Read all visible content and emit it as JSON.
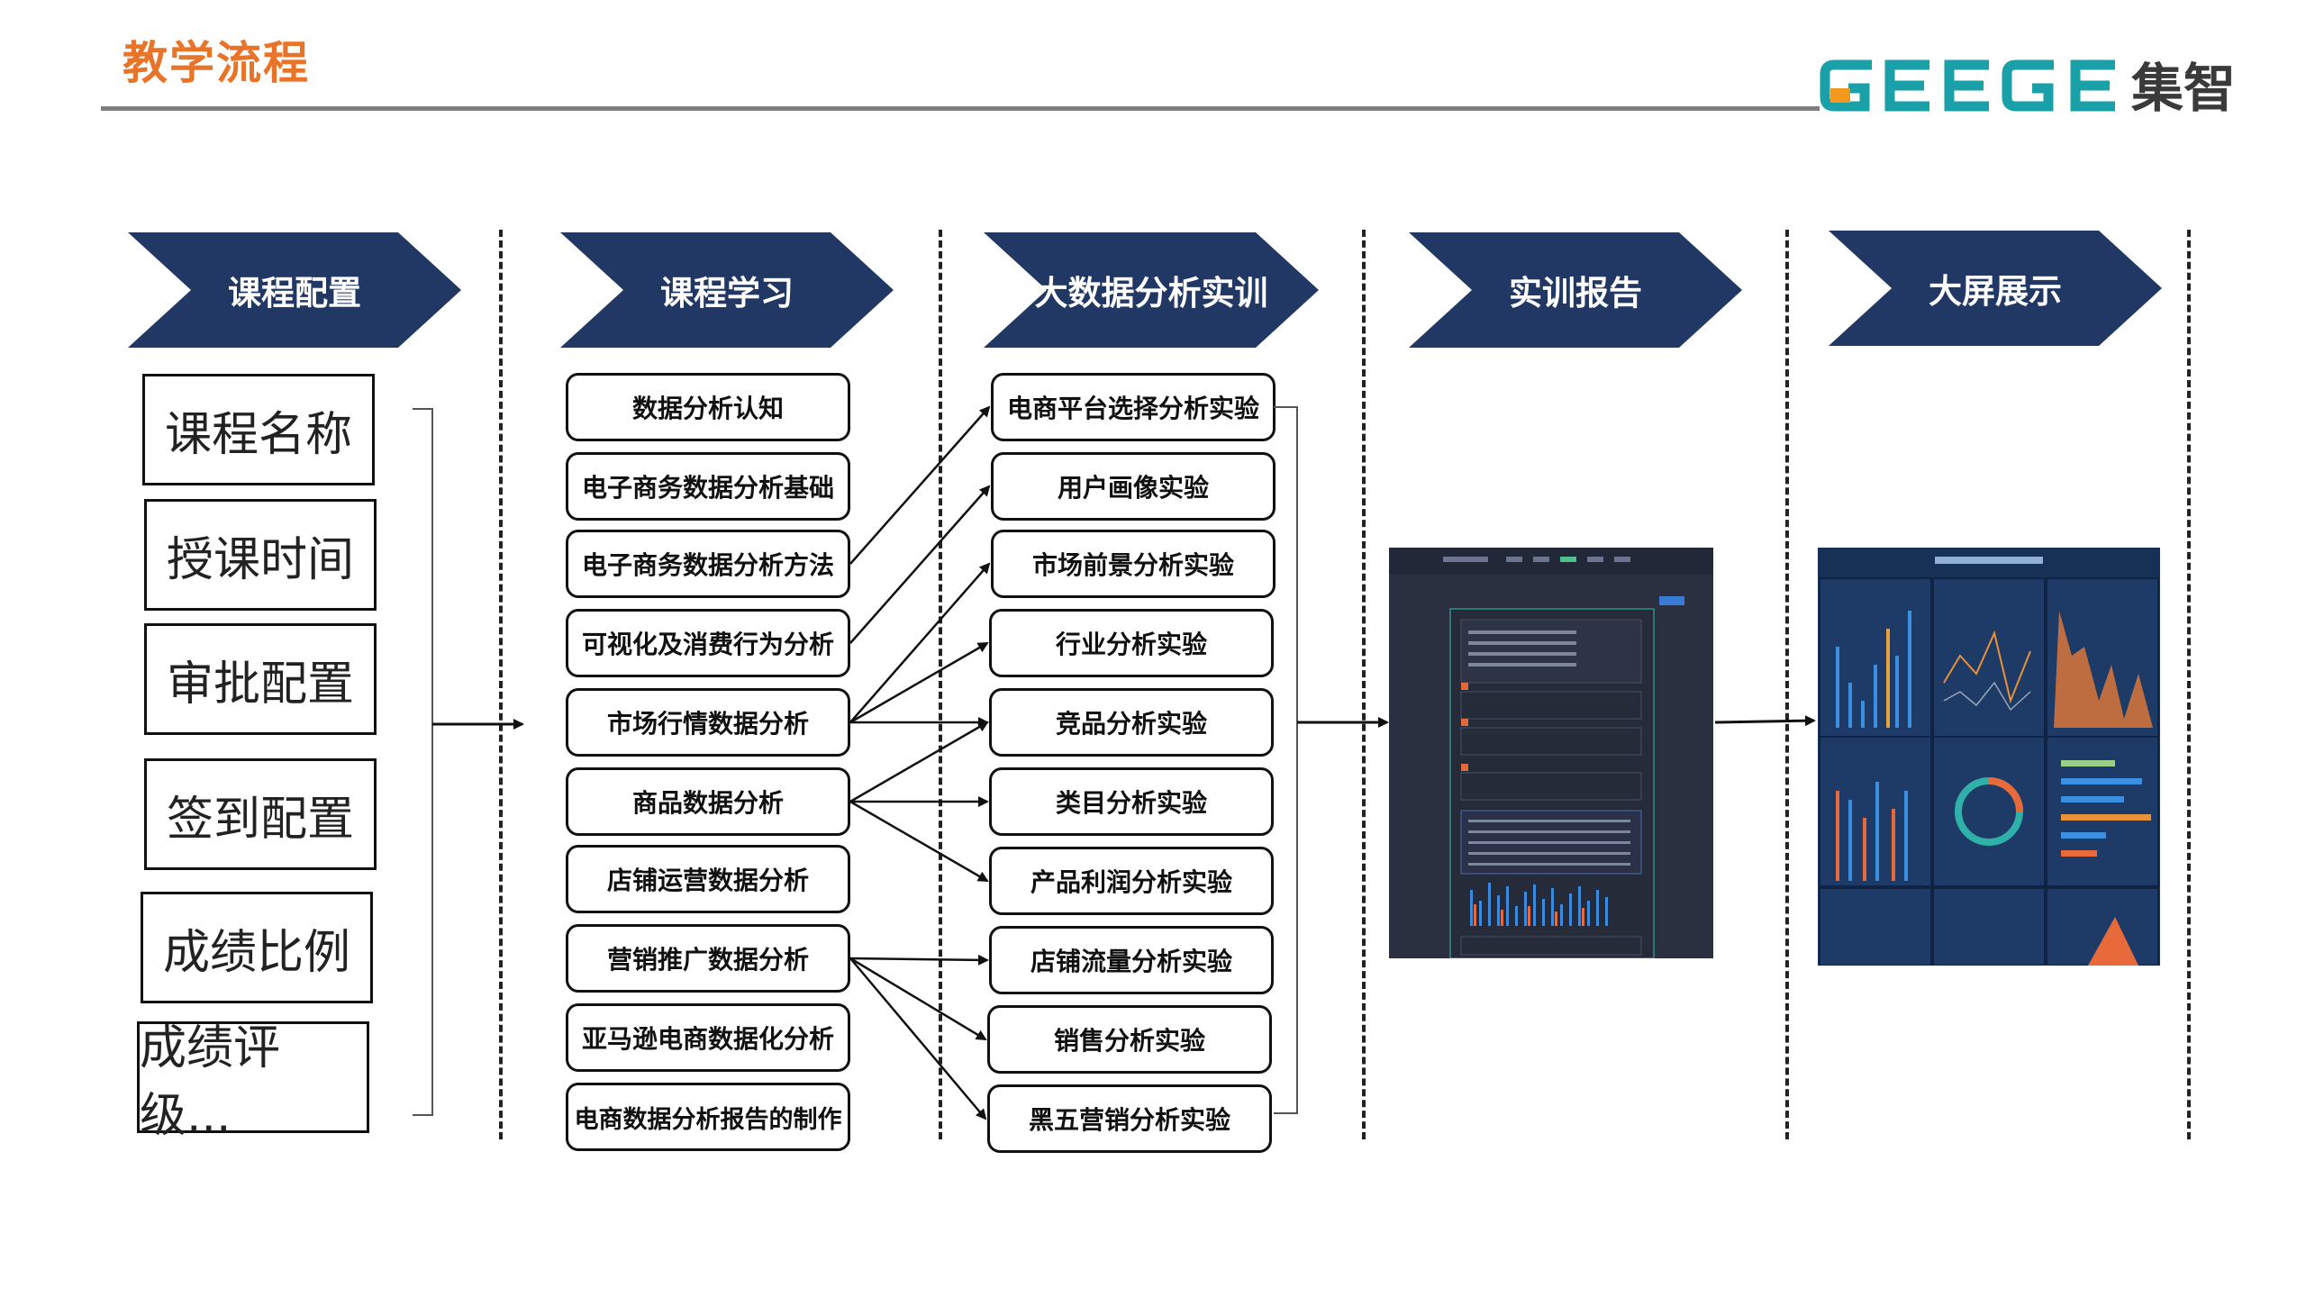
{
  "page": {
    "title": "教学流程"
  },
  "brand": {
    "logo_text": "GEEGE 集智",
    "colors": {
      "teal": "#1aa0a8",
      "orange": "#f39a1e",
      "dark": "#3a3a3a"
    }
  },
  "stages": [
    {
      "label": "课程配置"
    },
    {
      "label": "课程学习"
    },
    {
      "label": "大数据分析实训"
    },
    {
      "label": "实训报告"
    },
    {
      "label": "大屏展示"
    }
  ],
  "stage_color": "#223864",
  "config_items": [
    "课程名称",
    "授课时间",
    "审批配置",
    "签到配置",
    "成绩比例",
    "成绩评级..."
  ],
  "learning_items": [
    "数据分析认知",
    "电子商务数据分析基础",
    "电子商务数据分析方法",
    "可视化及消费行为分析",
    "市场行情数据分析",
    "商品数据分析",
    "店铺运营数据分析",
    "营销推广数据分析",
    "亚马逊电商数据化分析",
    "电商数据分析报告的制作"
  ],
  "experiment_items": [
    "电商平台选择分析实验",
    "用户画像实验",
    "市场前景分析实验",
    "行业分析实验",
    "竞品分析实验",
    "类目分析实验",
    "产品利润分析实验",
    "店铺流量分析实验",
    "销售分析实验",
    "黑五营销分析实验"
  ],
  "connections": [
    {
      "from": 2,
      "to": 0
    },
    {
      "from": 3,
      "to": 1
    },
    {
      "from": 4,
      "to": 2
    },
    {
      "from": 4,
      "to": 3
    },
    {
      "from": 4,
      "to": 4
    },
    {
      "from": 5,
      "to": 4
    },
    {
      "from": 5,
      "to": 5
    },
    {
      "from": 5,
      "to": 6
    },
    {
      "from": 7,
      "to": 7
    },
    {
      "from": 7,
      "to": 8
    },
    {
      "from": 7,
      "to": 9
    }
  ],
  "report_screenshot": {
    "icon": "report-page-thumbnail",
    "bg": "#2b3040"
  },
  "dashboard_screenshot": {
    "icon": "dashboard-thumbnail",
    "bg": "#1e3a66"
  }
}
